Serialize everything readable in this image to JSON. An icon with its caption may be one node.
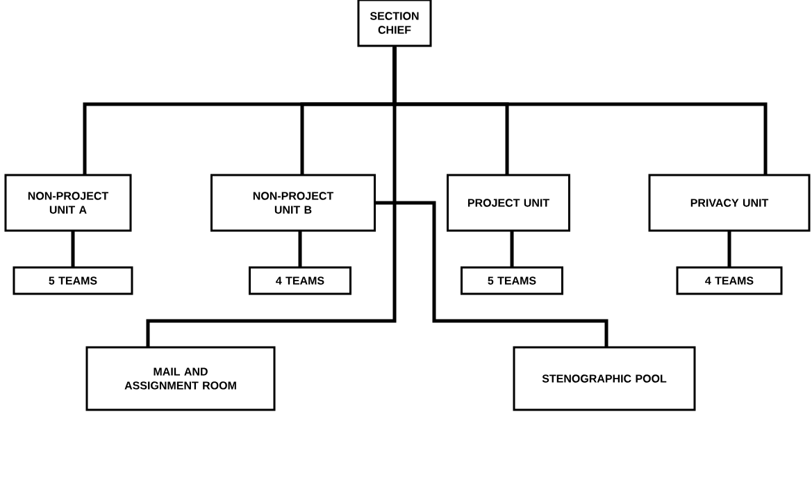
{
  "diagram": {
    "nodes": [
      {
        "text": [
          "SECTION CHIEF"
        ]
      },
      {
        "text": [
          "NON-PROJECT UNIT A"
        ]
      },
      {
        "text": [
          "NON-PROJECT UNIT B"
        ]
      },
      {
        "text": [
          "PROJECT UNIT"
        ]
      },
      {
        "text": [
          "PRIVACY UNIT"
        ]
      },
      {
        "text": [
          "5 TEAMS"
        ]
      },
      {
        "text": [
          "4 TEAMS"
        ]
      },
      {
        "text": [
          "5 TEAMS"
        ]
      },
      {
        "text": [
          "4 TEAMS"
        ]
      },
      {
        "text": [
          "MAIL AND ASSIGNMENT ROOM"
        ]
      },
      {
        "text": [
          "STENOGRAPHIC POOL"
        ]
      }
    ],
    "edges": [
      {
        "from": 0,
        "to": 1,
        "arrow": "none"
      },
      {
        "from": 0,
        "to": 2,
        "arrow": "none"
      },
      {
        "from": 0,
        "to": 3,
        "arrow": "none"
      },
      {
        "from": 0,
        "to": 4,
        "arrow": "none"
      },
      {
        "from": 1,
        "to": 5,
        "arrow": "none"
      },
      {
        "from": 2,
        "to": 6,
        "arrow": "none"
      },
      {
        "from": 3,
        "to": 7,
        "arrow": "none"
      },
      {
        "from": 4,
        "to": 8,
        "arrow": "none"
      },
      {
        "from": 0,
        "to": 9,
        "arrow": "none"
      },
      {
        "from": 2,
        "to": 10,
        "arrow": "none"
      }
    ]
  }
}
